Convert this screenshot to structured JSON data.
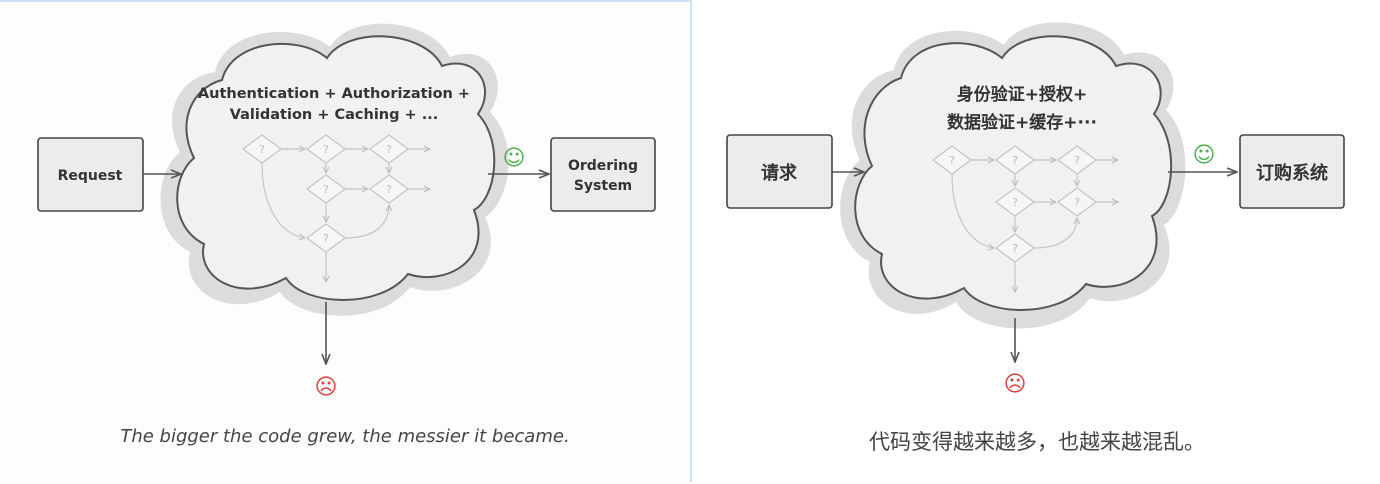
{
  "left_panel": {
    "request_label": "Request",
    "ordering_label_line1": "Ordering",
    "ordering_label_line2": "System",
    "cloud_line1": "Authentication + Authorization +",
    "cloud_line2": "Validation + Caching + ...",
    "decision_symbol": "?",
    "happy_icon": "☺",
    "sad_icon": "☹",
    "caption": "The bigger the code grew, the messier it became."
  },
  "right_panel": {
    "request_label": "请求",
    "ordering_label": "订购系统",
    "cloud_line1": "身份验证+授权+",
    "cloud_line2": "数据验证+缓存+···",
    "decision_symbol": "?",
    "happy_icon": "☺",
    "sad_icon": "☹",
    "caption": "代码变得越来越多，也越来越混乱。"
  },
  "colors": {
    "happy": "#4caf50",
    "sad": "#d9403a",
    "line": "#555555",
    "cloud_fill": "#f1f1f1",
    "cloud_halo": "#dcdcdc"
  }
}
